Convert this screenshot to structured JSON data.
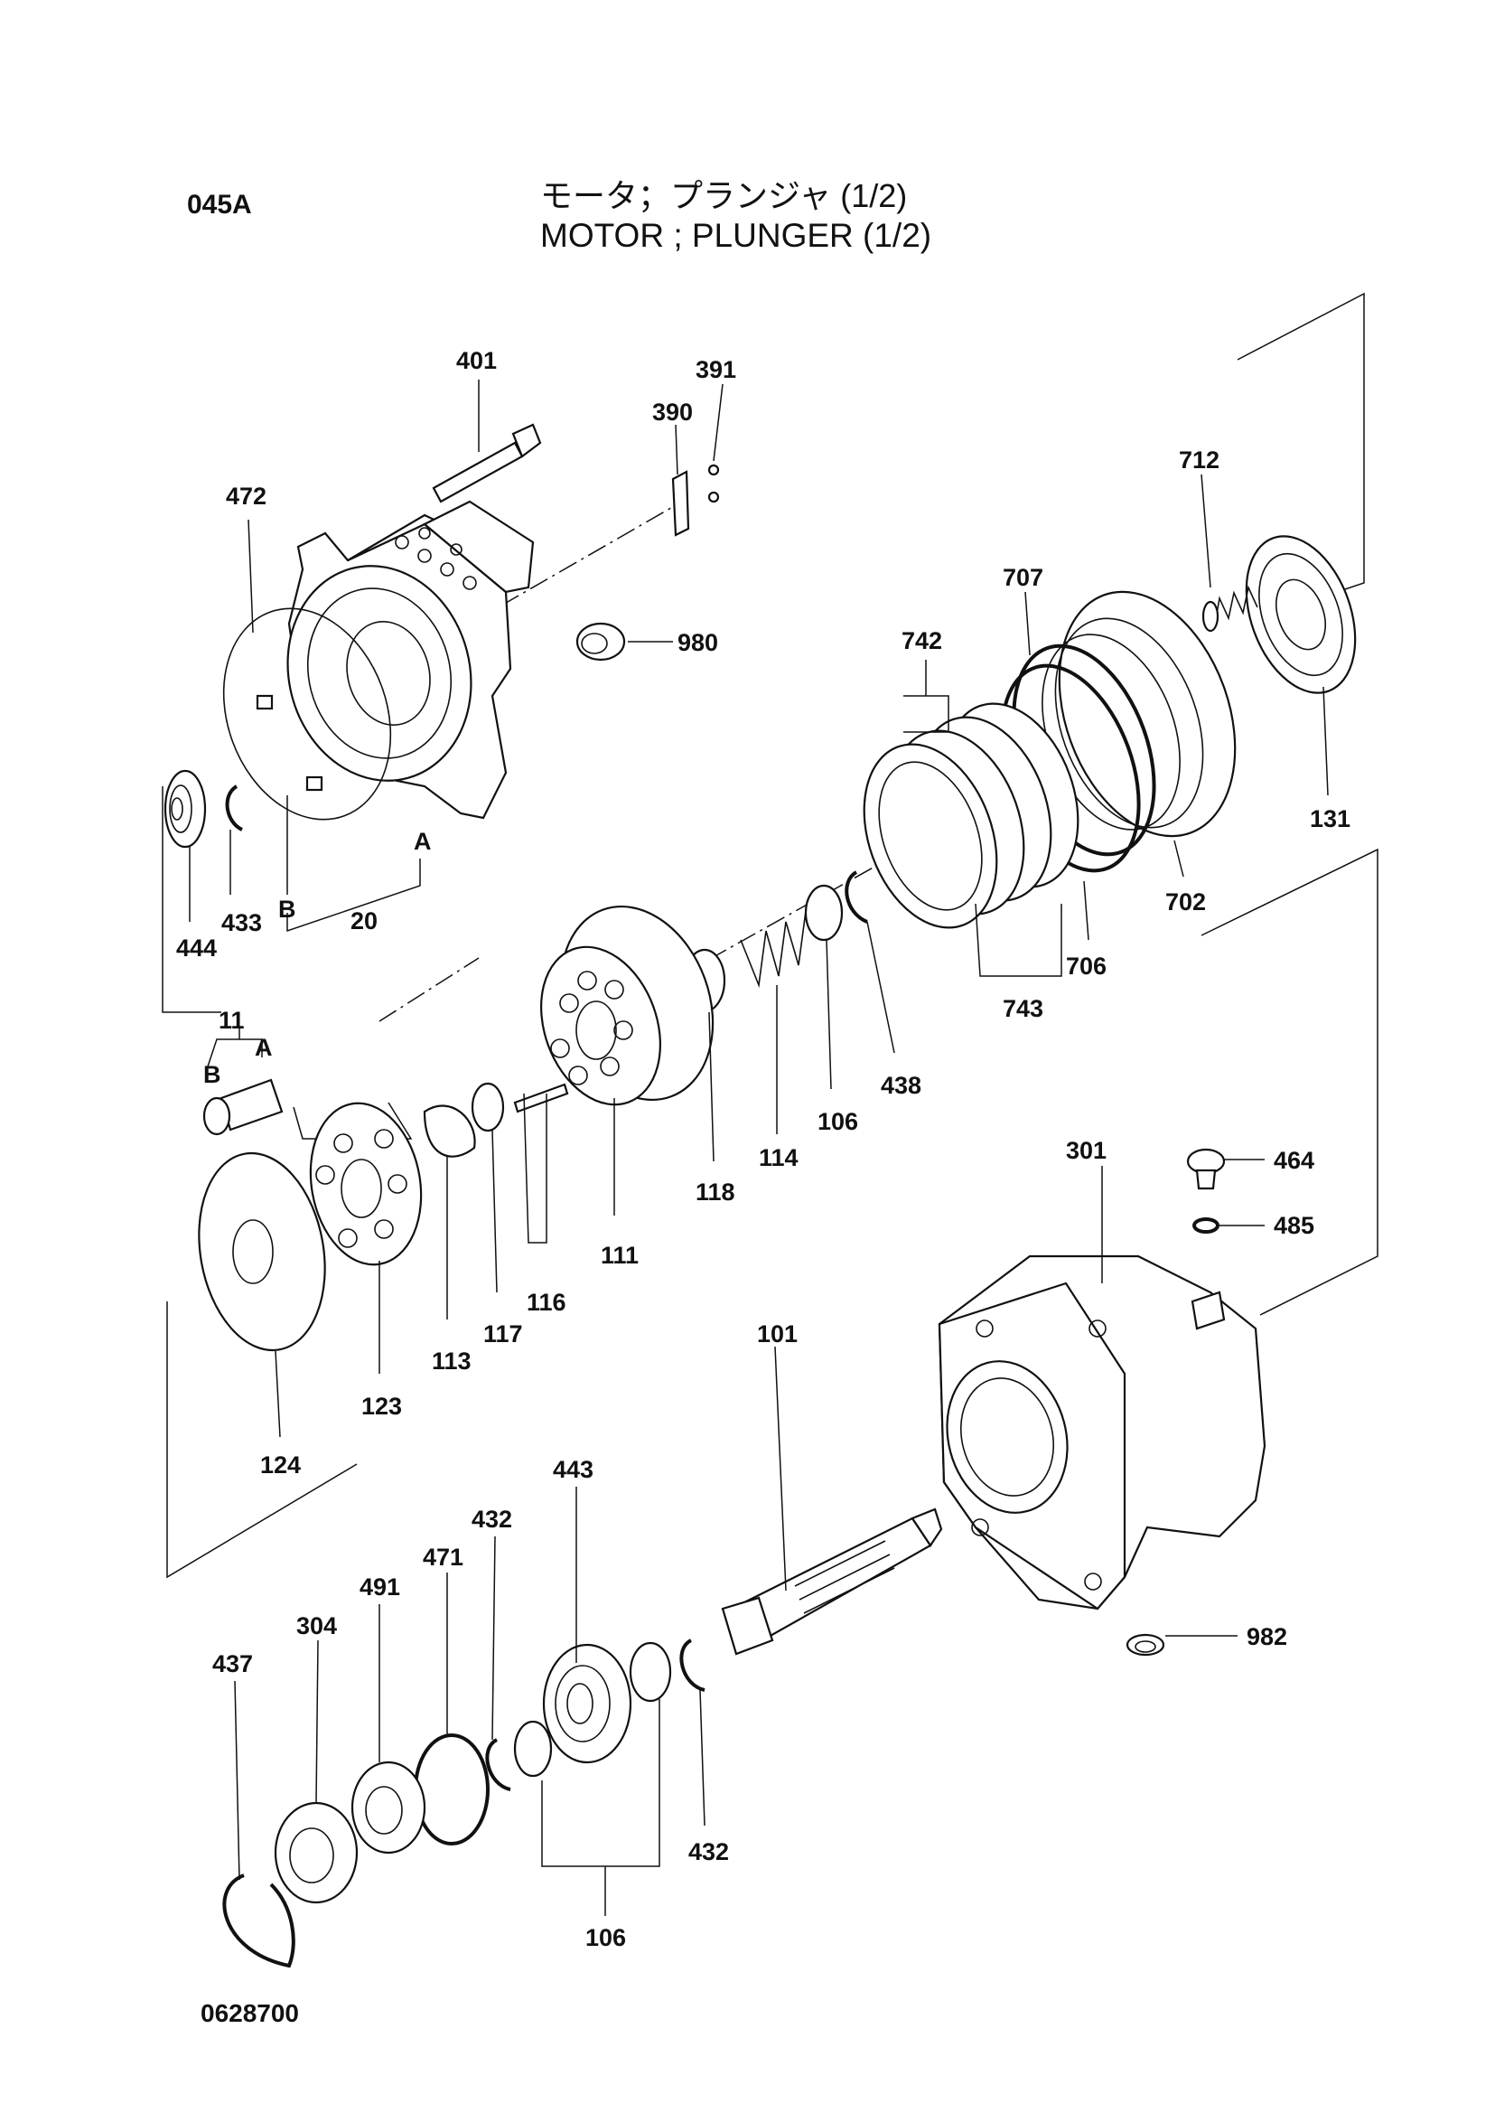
{
  "header": {
    "page_code": "045A",
    "title_jp": "モータ；プランジャ (1/2)",
    "title_en": "MOTOR ; PLUNGER (1/2)"
  },
  "footer": {
    "drawing_no": "0628700"
  },
  "callouts": {
    "p401": "401",
    "p391": "391",
    "p390": "390",
    "p472": "472",
    "p980": "980",
    "p712": "712",
    "p707": "707",
    "p742": "742",
    "p131": "131",
    "p702": "702",
    "p706": "706",
    "p743": "743",
    "p438": "438",
    "p106a": "106",
    "p114": "114",
    "p118": "118",
    "p111": "111",
    "p116": "116",
    "p117": "117",
    "p113": "113",
    "p123": "123",
    "p124": "124",
    "p11": "11",
    "p11A": "A",
    "p11B": "B",
    "p20": "20",
    "p20A": "A",
    "p20B": "B",
    "p433": "433",
    "p444": "444",
    "p301": "301",
    "p464": "464",
    "p485": "485",
    "p101": "101",
    "p982": "982",
    "p443": "443",
    "p432a": "432",
    "p471": "471",
    "p491": "491",
    "p304": "304",
    "p437": "437",
    "p432b": "432",
    "p106b": "106"
  }
}
